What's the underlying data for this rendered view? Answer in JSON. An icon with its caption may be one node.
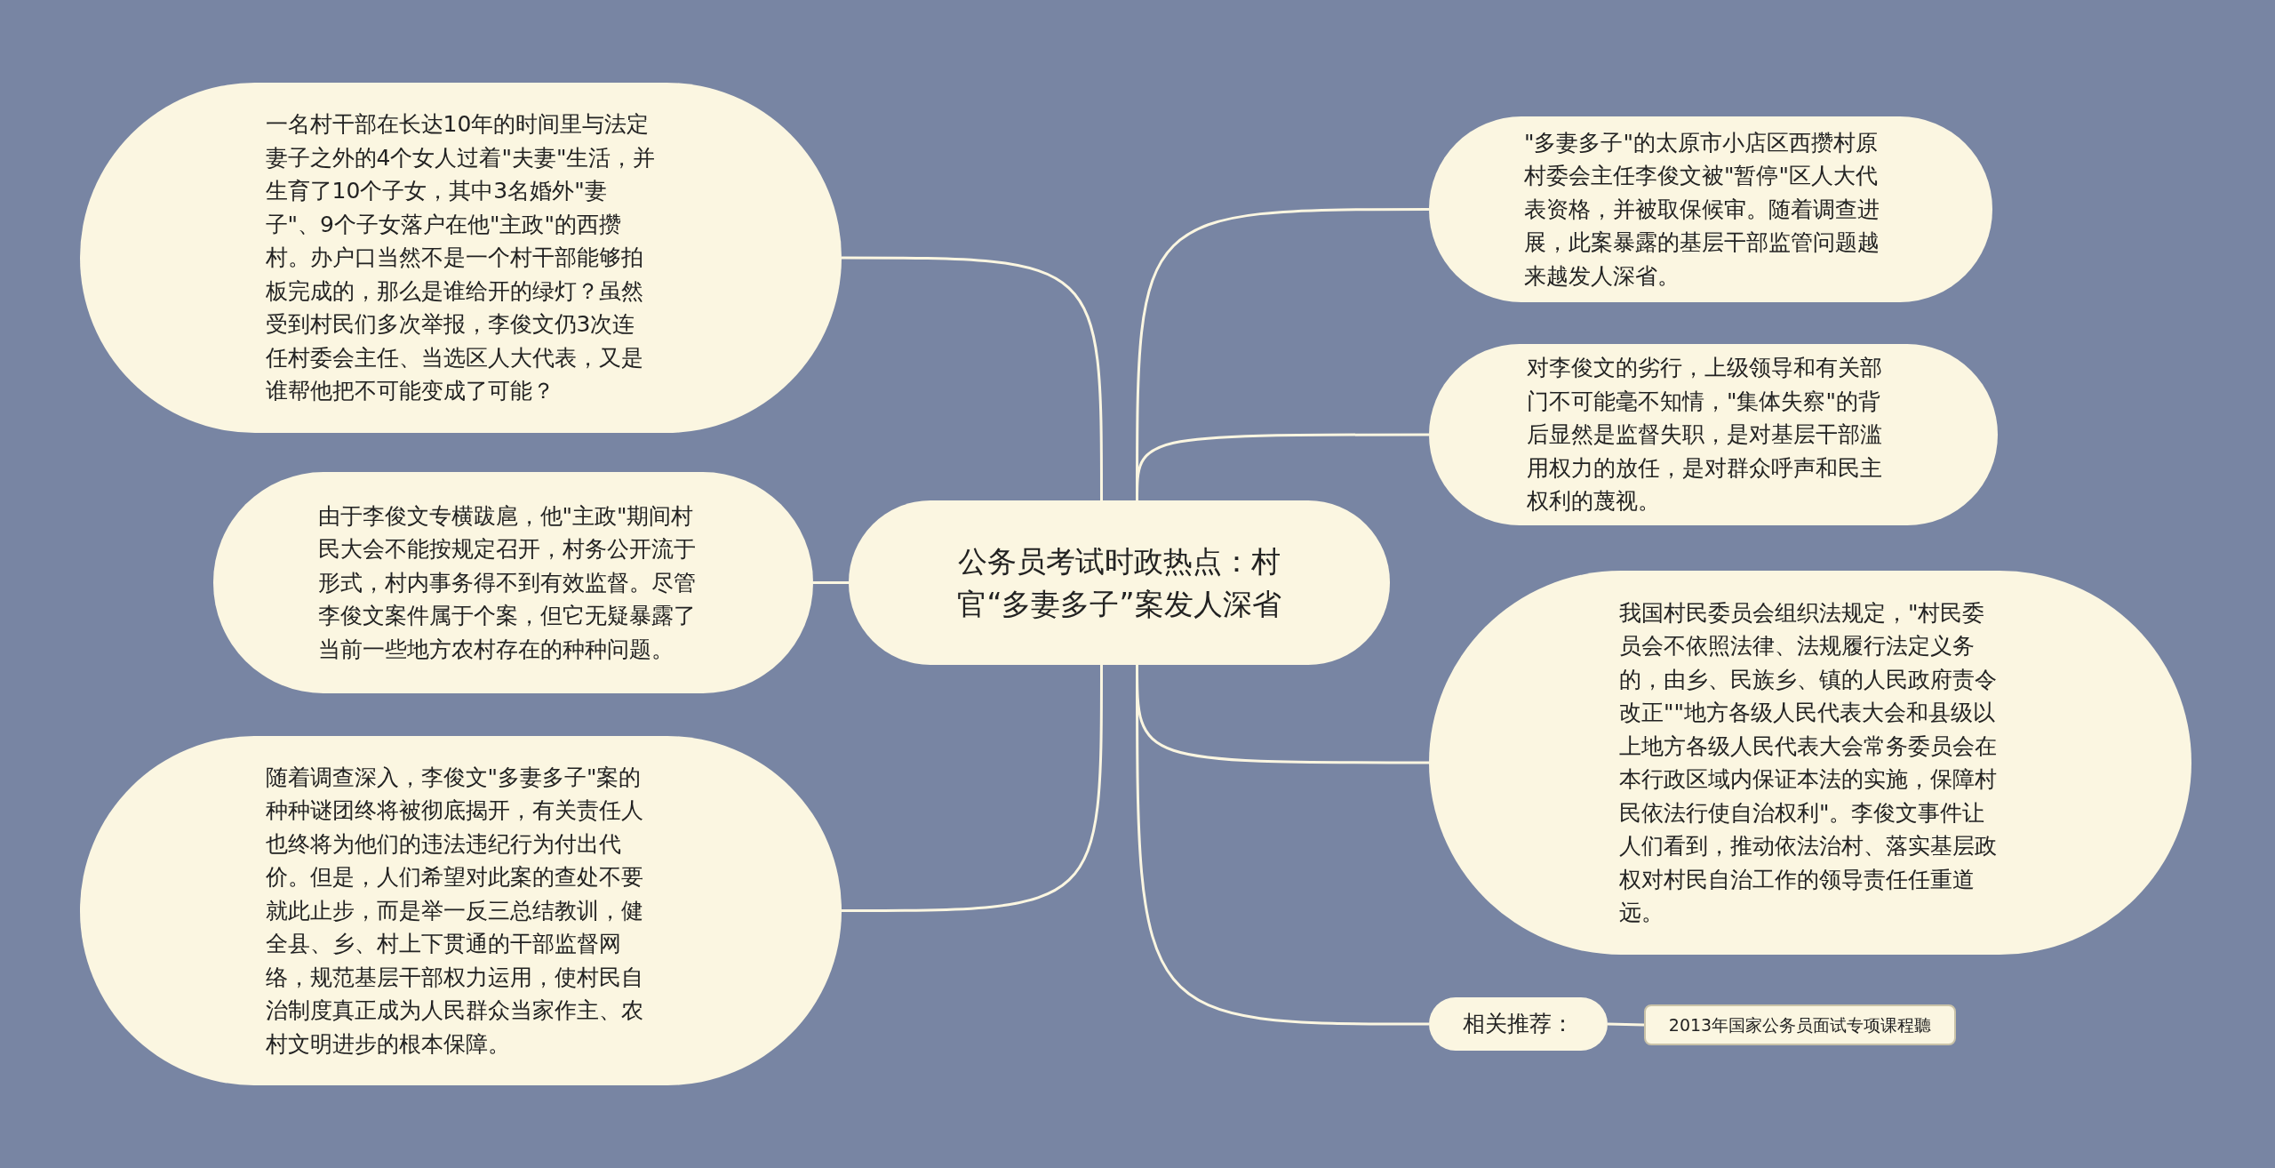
{
  "diagram": {
    "nodes": [
      {
        "text": [
          "公务员考试时政热点：村官“多妻多子”案发人深省"
        ]
      },
      {
        "text": [
          "一名村干部在长达10年的时间里与法定妻子之外的4个女人过着\"夫妻\"生活，并生育了10个子女，其中3名婚外\"妻子\"、9个子女落户在他\"主政\"的西攒村。办户口当然不是一个村干部能够拍板完成的，那么是谁给开的绿灯？虽然受到村民们多次举报，李俊文仍3次连任村委会主任、当选区人大代表，又是谁帮他把不可能变成了可能？"
        ]
      },
      {
        "text": [
          "由于李俊文专横跋扈，他\"主政\"期间村民大会不能按规定召开，村务公开流于形式，村内事务得不到有效监督。尽管李俊文案件属于个案，但它无疑暴露了当前一些地方农村存在的种种问题。"
        ]
      },
      {
        "text": [
          "随着调查深入，李俊文\"多妻多子\"案的种种谜团终将被彻底揭开，有关责任人也终将为他们的违法违纪行为付出代价。但是，人们希望对此案的查处不要就此止步，而是举一反三总结教训，健全县、乡、村上下贯通的干部监督网络，规范基层干部权力运用，使村民自治制度真正成为人民群众当家作主、农村文明进步的根本保障。"
        ]
      },
      {
        "text": [
          "\"多妻多子\"的太原市小店区西攒村原村委会主任李俊文被\"暂停\"区人大代表资格，并被取保候审。随着调查进展，此案暴露的基层干部监管问题越来越发人深省。"
        ]
      },
      {
        "text": [
          "对李俊文的劣行，上级领导和有关部门不可能毫不知情，\"集体失察\"的背后显然是监督失职，是对基层干部滥用权力的放任，是对群众呼声和民主权利的蔑视。"
        ]
      },
      {
        "text": [
          "我国村民委员会组织法规定，\"村民委员会不依照法律、法规履行法定义务的，由乡、民族乡、镇的人民政府责令改正\"\"地方各级人民代表大会和县级以上地方各级人民代表大会常务委员会在本行政区域内保证本法的实施，保障村民依法行使自治权利\"。李俊文事件让人们看到，推动依法治村、落实基层政权对村民自治工作的领导责任任重道远。"
        ]
      },
      {
        "text": [
          "相关推荐："
        ]
      },
      {
        "text": [
          "2013年国家公务员面试专项课程聽"
        ]
      }
    ],
    "edges": [
      {
        "from": 0,
        "to": 1,
        "arrow": "none"
      },
      {
        "from": 0,
        "to": 2,
        "arrow": "none"
      },
      {
        "from": 0,
        "to": 3,
        "arrow": "none"
      },
      {
        "from": 0,
        "to": 4,
        "arrow": "none"
      },
      {
        "from": 0,
        "to": 5,
        "arrow": "none"
      },
      {
        "from": 0,
        "to": 6,
        "arrow": "none"
      },
      {
        "from": 0,
        "to": 7,
        "arrow": "none"
      },
      {
        "from": 7,
        "to": 8,
        "arrow": "none"
      }
    ]
  }
}
